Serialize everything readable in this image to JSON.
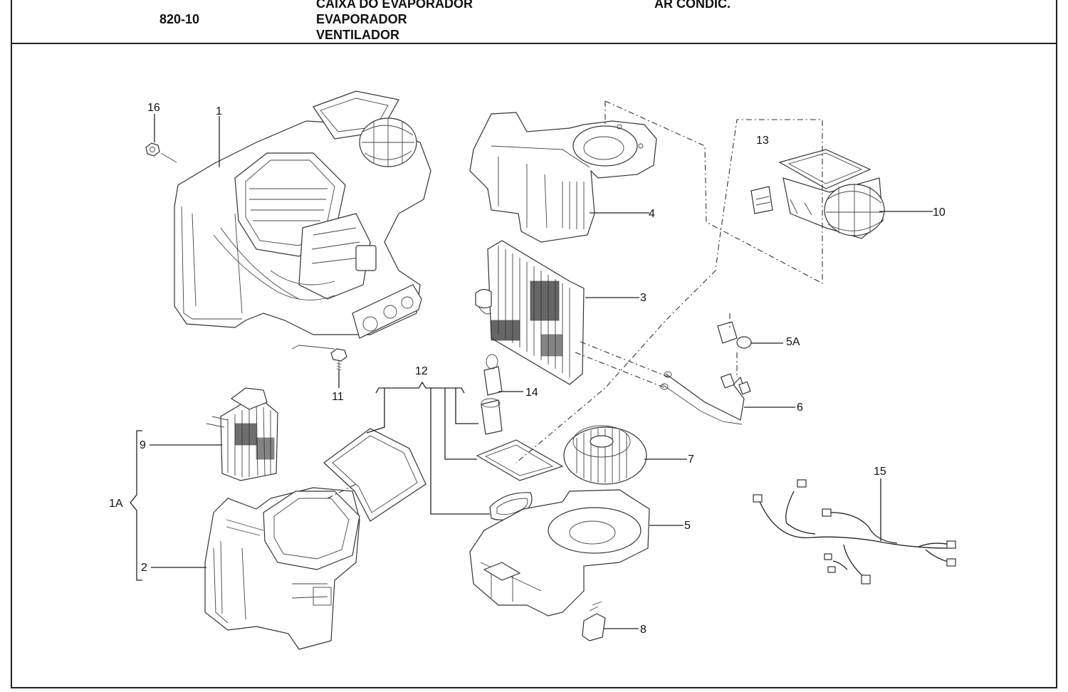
{
  "header": {
    "code": "820-10",
    "titles": [
      "CAIXA DO EVAPORADOR",
      "EVAPORADOR",
      "VENTILADOR"
    ],
    "category": "AR CONDIC."
  },
  "callouts": {
    "c1": "1",
    "c1A": "1A",
    "c2": "2",
    "c3": "3",
    "c4": "4",
    "c5": "5",
    "c5A": "5A",
    "c6": "6",
    "c7": "7",
    "c8": "8",
    "c9": "9",
    "c10": "10",
    "c11": "11",
    "c12": "12",
    "c13": "13",
    "c14": "14",
    "c15": "15",
    "c16": "16"
  }
}
